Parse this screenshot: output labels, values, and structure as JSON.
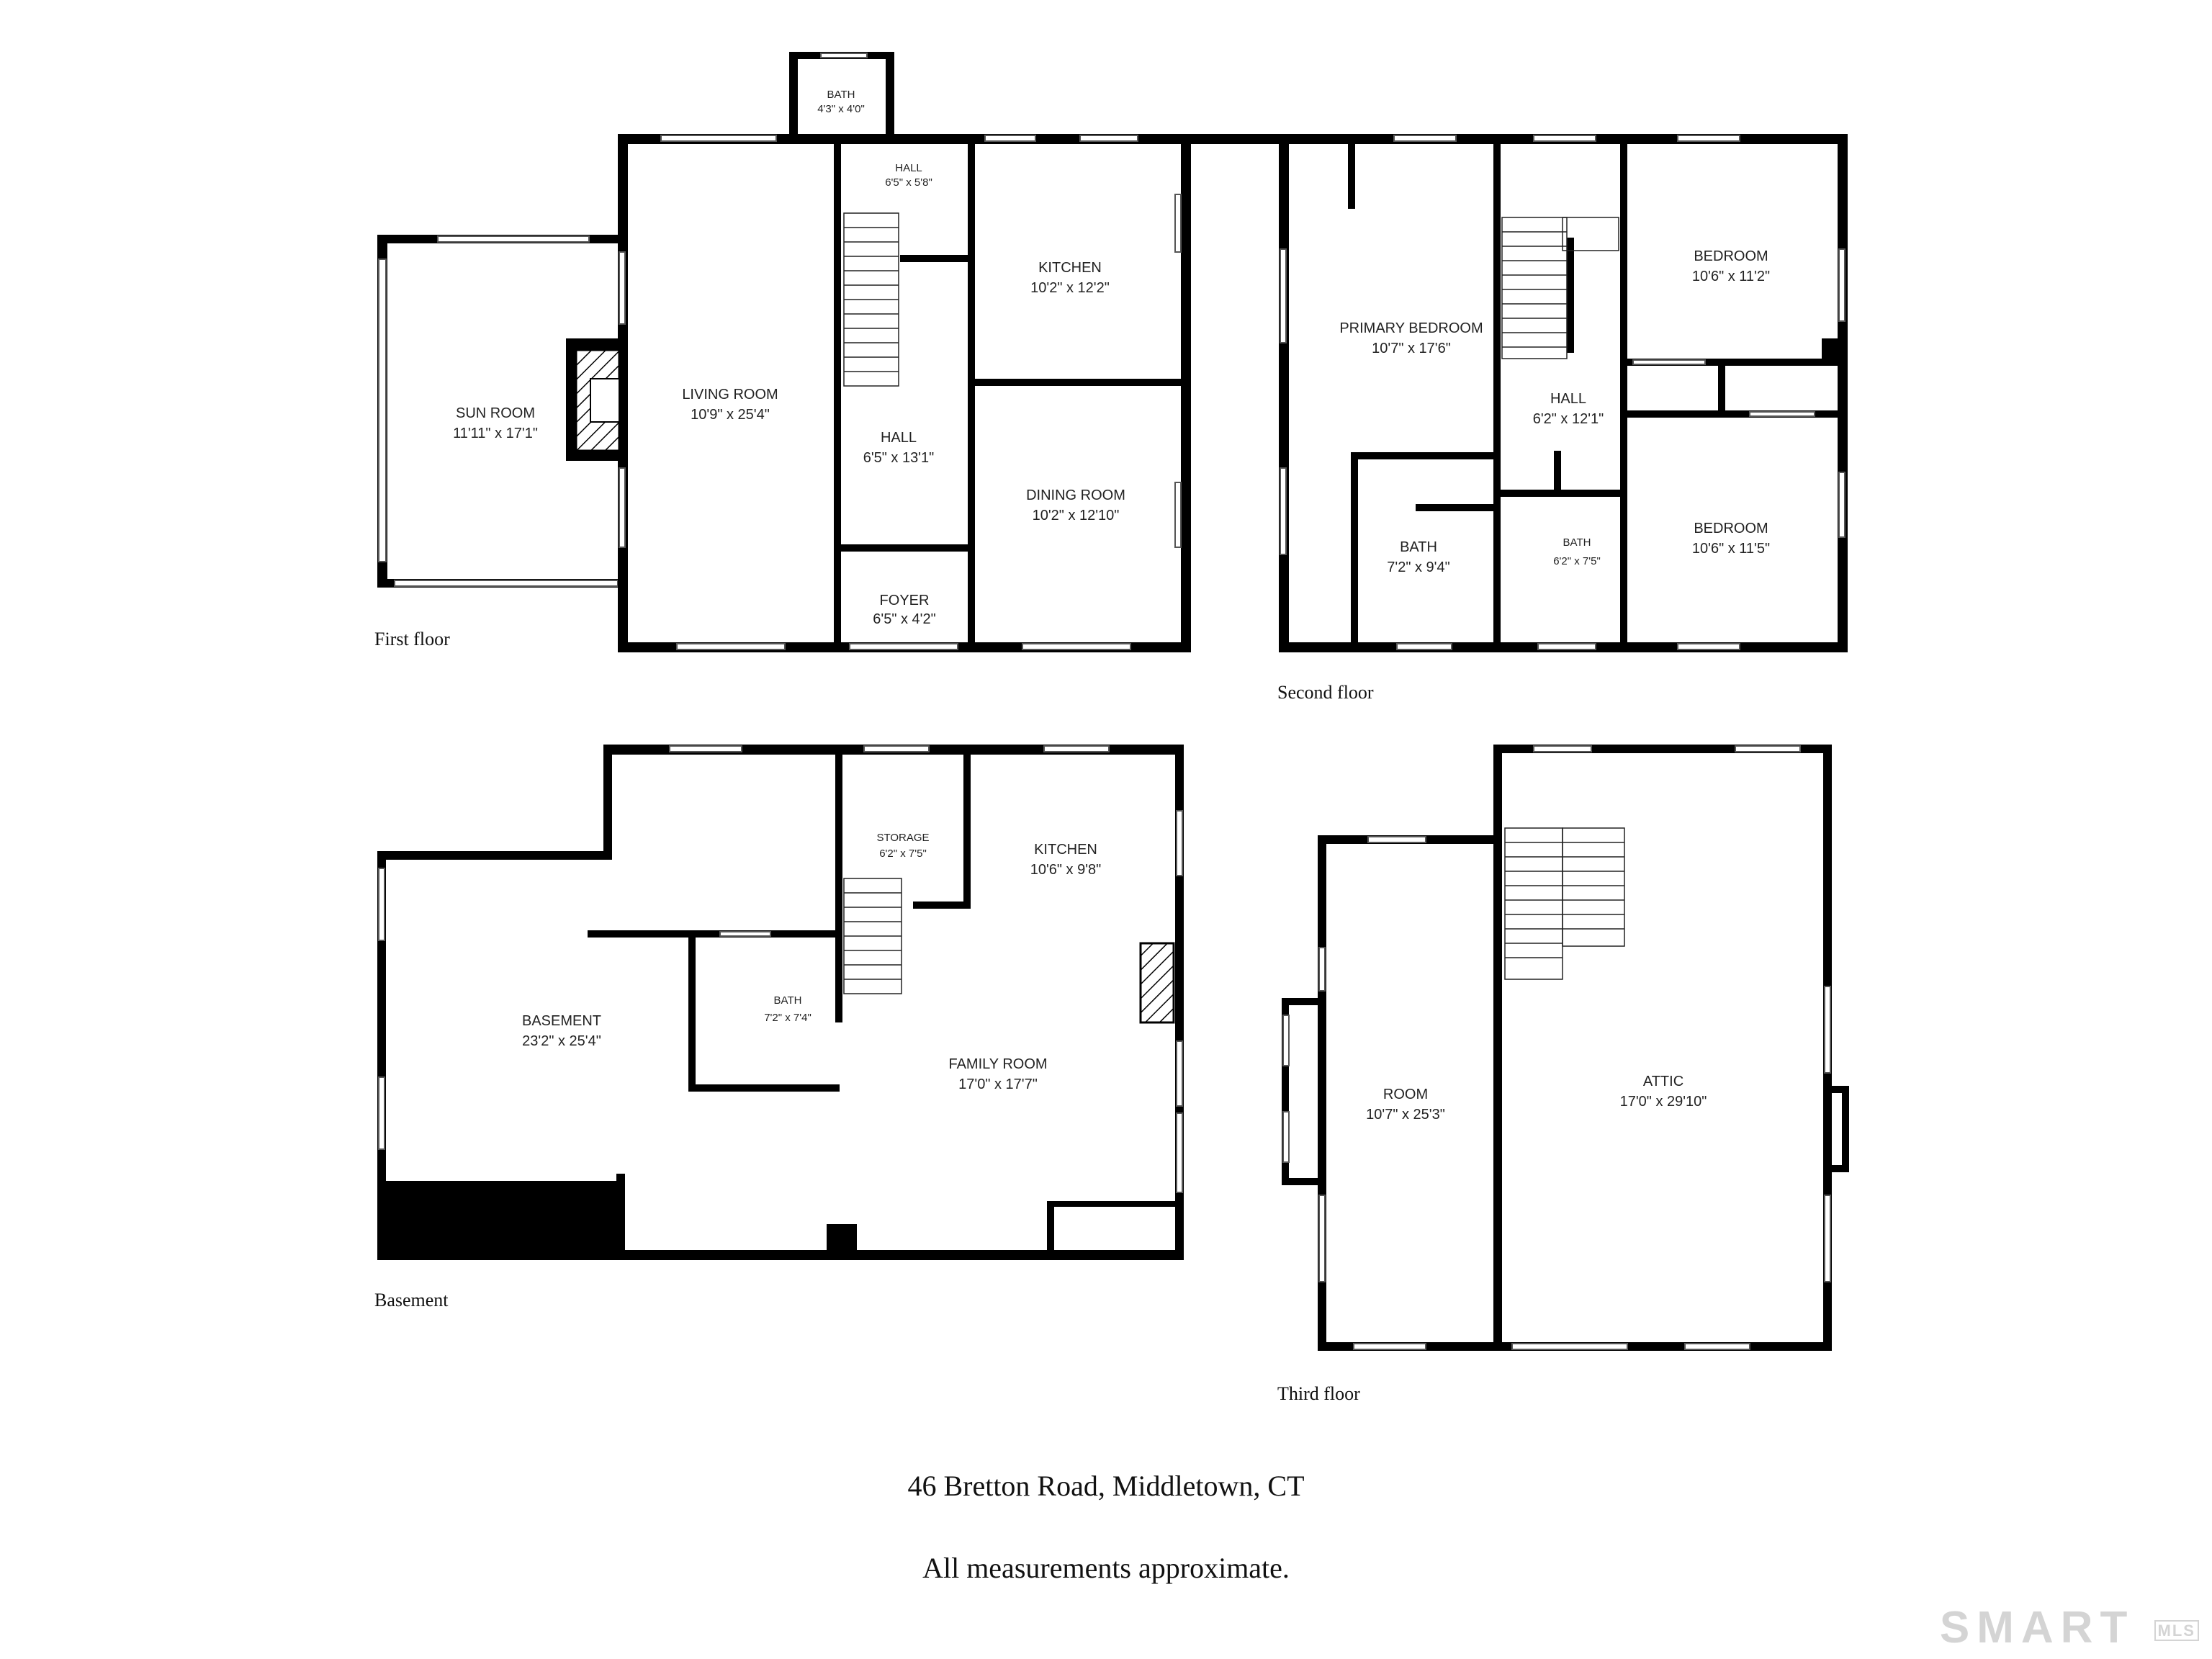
{
  "address": "46 Bretton Road, Middletown, CT",
  "disclaimer": "All measurements approximate.",
  "brand": {
    "name": "SMART",
    "sub": "MLS"
  },
  "floors": {
    "first": {
      "label": "First floor",
      "rooms": {
        "sun_room": {
          "name": "SUN ROOM",
          "size": "11'11\" x 17'1\""
        },
        "living_room": {
          "name": "LIVING ROOM",
          "size": "10'9\" x 25'4\""
        },
        "bath": {
          "name": "BATH",
          "size": "4'3\" x 4'0\""
        },
        "hall_upper": {
          "name": "HALL",
          "size": "6'5\" x 5'8\""
        },
        "hall": {
          "name": "HALL",
          "size": "6'5\" x 13'1\""
        },
        "foyer": {
          "name": "FOYER",
          "size": "6'5\" x 4'2\""
        },
        "kitchen": {
          "name": "KITCHEN",
          "size": "10'2\" x 12'2\""
        },
        "dining_room": {
          "name": "DINING ROOM",
          "size": "10'2\" x 12'10\""
        }
      }
    },
    "second": {
      "label": "Second floor",
      "rooms": {
        "primary_bedroom": {
          "name": "PRIMARY BEDROOM",
          "size": "10'7\" x 17'6\""
        },
        "hall": {
          "name": "HALL",
          "size": "6'2\" x 12'1\""
        },
        "bedroom_1": {
          "name": "BEDROOM",
          "size": "10'6\" x 11'2\""
        },
        "bedroom_2": {
          "name": "BEDROOM",
          "size": "10'6\" x 11'5\""
        },
        "bath_1": {
          "name": "BATH",
          "size": "7'2\" x 9'4\""
        },
        "bath_2": {
          "name": "BATH",
          "size": "6'2\" x 7'5\""
        }
      }
    },
    "basement": {
      "label": "Basement",
      "rooms": {
        "basement": {
          "name": "BASEMENT",
          "size": "23'2\" x 25'4\""
        },
        "storage": {
          "name": "STORAGE",
          "size": "6'2\" x 7'5\""
        },
        "kitchen": {
          "name": "KITCHEN",
          "size": "10'6\" x 9'8\""
        },
        "bath": {
          "name": "BATH",
          "size": "7'2\" x 7'4\""
        },
        "family_room": {
          "name": "FAMILY ROOM",
          "size": "17'0\" x 17'7\""
        }
      }
    },
    "third": {
      "label": "Third floor",
      "rooms": {
        "room": {
          "name": "ROOM",
          "size": "10'7\" x 25'3\""
        },
        "attic": {
          "name": "ATTIC",
          "size": "17'0\" x 29'10\""
        }
      }
    }
  }
}
